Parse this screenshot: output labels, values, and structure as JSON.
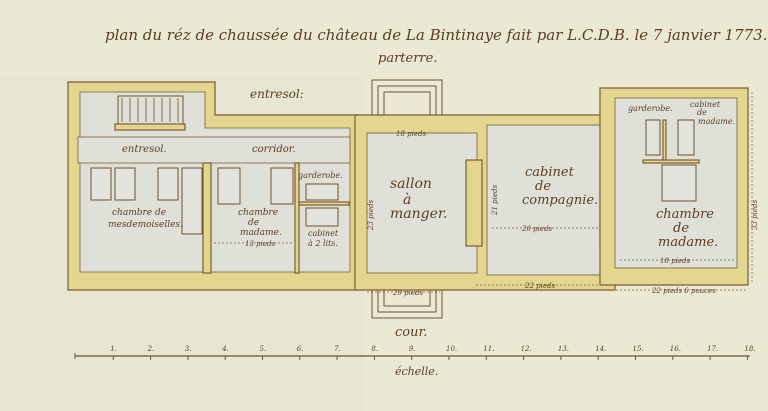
{
  "title": "plan du réz de chaussée du château de La Bintinaye fait par L.C.D.B. le 7 janvier 1773.",
  "top_label": "parterre.",
  "bottom_label": "cour.",
  "scale": {
    "label": "échelle.",
    "ticks": [
      "1",
      "2",
      "3",
      "4",
      "5",
      "6",
      "7",
      "8",
      "9",
      "10",
      "11",
      "12",
      "13",
      "14",
      "15",
      "16",
      "17",
      "18"
    ]
  },
  "rooms": {
    "entresol_top": "entresol:",
    "entresol": "entresol.",
    "corridor": "corridor.",
    "chambre_mesdemoiselles": [
      "chambre de",
      "mesdemoiselles."
    ],
    "chambre_madame_left": [
      "chambre",
      "de",
      "madame."
    ],
    "garderobe_left": "garderobe.",
    "cabinet_2_lits": [
      "cabinet",
      "à 2 lits."
    ],
    "sallon": [
      "sallon",
      "à",
      "manger."
    ],
    "cabinet_compagnie": [
      "cabinet",
      "de",
      "compagnie."
    ],
    "garderobe_right": "garderobe.",
    "cabinet_madame": [
      "cabinet",
      "de",
      "madame."
    ],
    "chambre_madame_right": [
      "chambre",
      "de",
      "madame."
    ]
  },
  "dimensions": {
    "d13": "13 pieds",
    "d18_sallon": "18 pieds",
    "d20_sallon": "20 pieds",
    "d21": "21 pieds",
    "d20_cabinet": "20 pieds",
    "d22": "22 pieds",
    "d18_chambre": "18 pieds",
    "d22_6": "22 pieds 6 pouces",
    "d33": "33 pieds",
    "d23": "23 pieds"
  }
}
